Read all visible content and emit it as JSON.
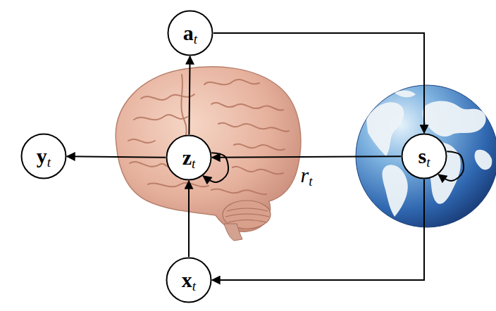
{
  "diagram": {
    "nodes": [
      {
        "text": [
          "at"
        ]
      },
      {
        "text": [
          "yt"
        ]
      },
      {
        "text": [
          "zt"
        ]
      },
      {
        "text": [
          "st"
        ]
      },
      {
        "text": [
          "xt"
        ]
      }
    ],
    "edges": [
      {
        "from": 2,
        "to": 0,
        "arrow": "to"
      },
      {
        "from": 0,
        "to": 3,
        "arrow": "to"
      },
      {
        "from": 2,
        "to": 1,
        "arrow": "to"
      },
      {
        "from": 3,
        "to": 2,
        "label": "rt",
        "arrow": "to"
      },
      {
        "from": 4,
        "to": 2,
        "arrow": "to"
      },
      {
        "from": 3,
        "to": 4,
        "arrow": "to"
      },
      {
        "from": 2,
        "to": 2,
        "arrow": "to"
      },
      {
        "from": 3,
        "to": 3,
        "arrow": "to"
      }
    ]
  }
}
